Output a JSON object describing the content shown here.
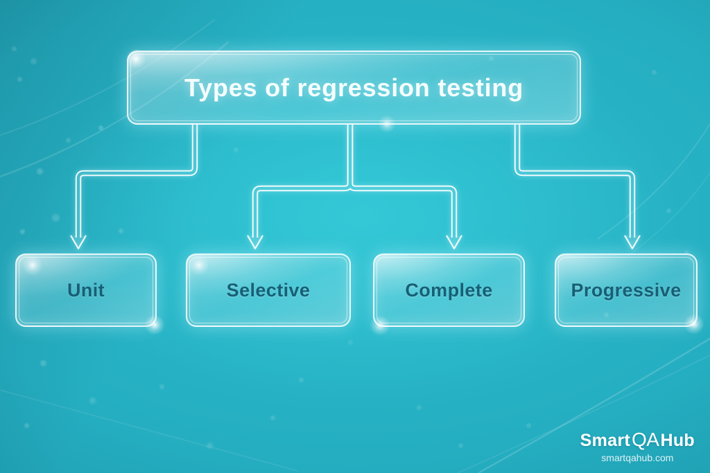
{
  "diagram": {
    "title": "Types of regression testing",
    "nodes": [
      {
        "label": "Unit"
      },
      {
        "label": "Selective"
      },
      {
        "label": "Complete"
      },
      {
        "label": "Progressive"
      }
    ],
    "connector_style": "outlined-pipes-with-open-arrowheads"
  },
  "branding": {
    "name_prefix": "Smart",
    "name_mark": "QA",
    "name_suffix": "Hub",
    "website": "smartqahub.com"
  },
  "colors": {
    "background_center": "#2abccd",
    "background_edge": "#1a8598",
    "glass_border": "#ffffff",
    "node_label_text": "#175f75",
    "title_text": "#f4feff",
    "connector_line": "#ffffff"
  }
}
